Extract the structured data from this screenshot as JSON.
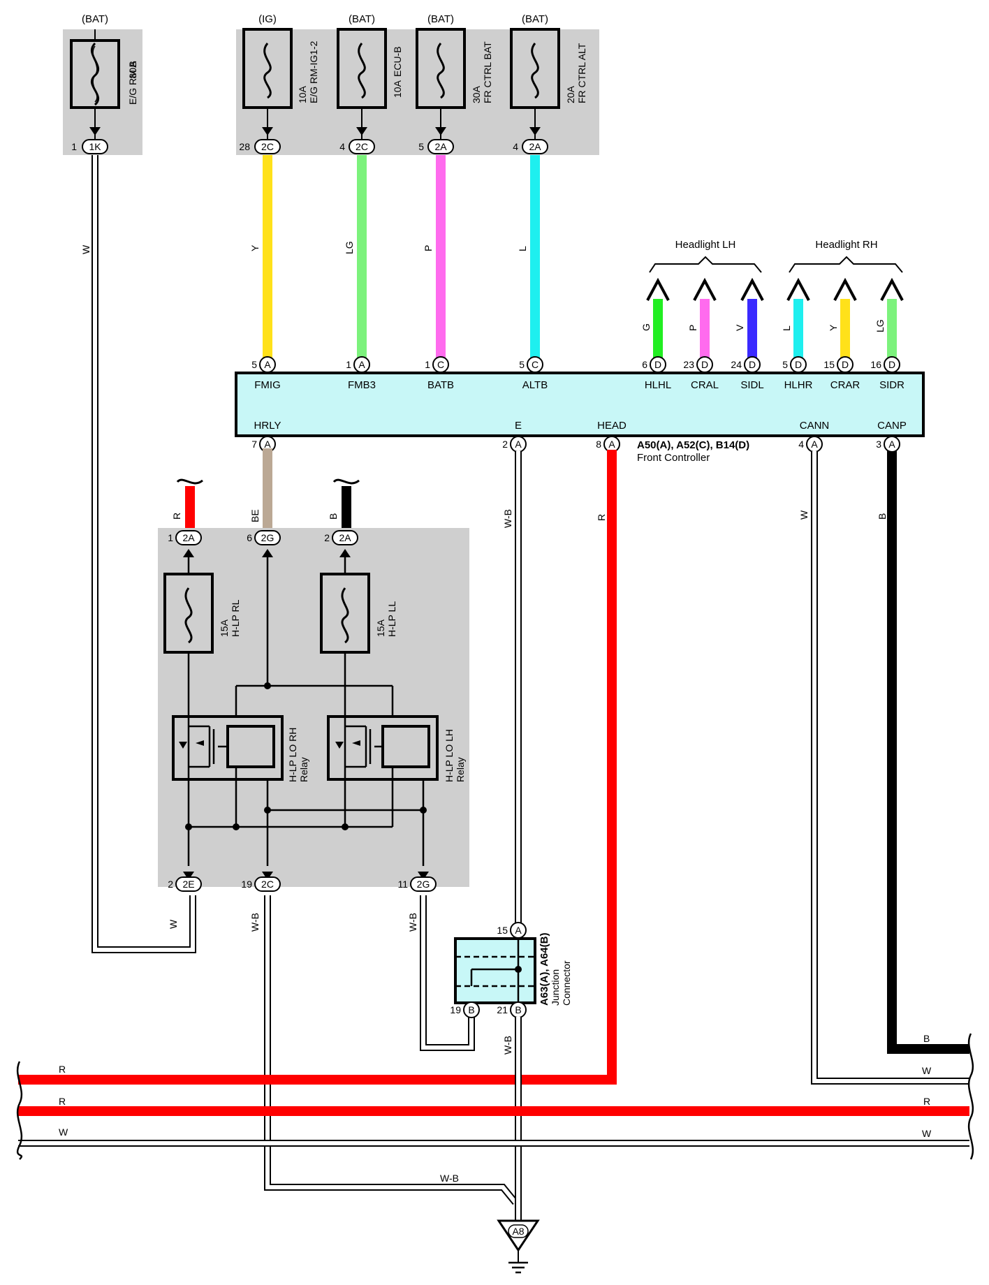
{
  "fuses_top": [
    {
      "source": "(BAT)",
      "rating": "80A",
      "name": "E/G RM B",
      "pin": "1",
      "conn": "1K"
    },
    {
      "source": "(IG)",
      "rating": "10A",
      "name": "E/G RM-IG1-2",
      "pin": "28",
      "conn": "2C"
    },
    {
      "source": "(BAT)",
      "rating": "10A",
      "name": "ECU-B",
      "pin": "4",
      "conn": "2C"
    },
    {
      "source": "(BAT)",
      "rating": "30A",
      "name": "FR CTRL BAT",
      "pin": "5",
      "conn": "2A"
    },
    {
      "source": "(BAT)",
      "rating": "20A",
      "name": "FR CTRL ALT",
      "pin": "4",
      "conn": "2A"
    }
  ],
  "wire_colors_top": [
    "W",
    "Y",
    "LG",
    "P",
    "L"
  ],
  "headlight_groups": {
    "lh": "Headlight LH",
    "rh": "Headlight RH"
  },
  "headlight_wires": [
    "G",
    "P",
    "V",
    "L",
    "Y",
    "LG"
  ],
  "controller": {
    "name": "Front Controller",
    "code": "A50(A), A52(C), B14(D)",
    "top_pins": [
      {
        "pin": "5",
        "conn": "A",
        "label": "FMIG"
      },
      {
        "pin": "1",
        "conn": "A",
        "label": "FMB3"
      },
      {
        "pin": "1",
        "conn": "C",
        "label": "BATB"
      },
      {
        "pin": "5",
        "conn": "C",
        "label": "ALTB"
      },
      {
        "pin": "6",
        "conn": "D",
        "label": "HLHL"
      },
      {
        "pin": "23",
        "conn": "D",
        "label": "CRAL"
      },
      {
        "pin": "24",
        "conn": "D",
        "label": "SIDL"
      },
      {
        "pin": "5",
        "conn": "D",
        "label": "HLHR"
      },
      {
        "pin": "15",
        "conn": "D",
        "label": "CRAR"
      },
      {
        "pin": "16",
        "conn": "D",
        "label": "SIDR"
      }
    ],
    "bottom_pins": [
      {
        "pin": "7",
        "conn": "A",
        "label": "HRLY"
      },
      {
        "pin": "2",
        "conn": "A",
        "label": "E"
      },
      {
        "pin": "8",
        "conn": "A",
        "label": "HEAD"
      },
      {
        "pin": "4",
        "conn": "A",
        "label": "CANN"
      },
      {
        "pin": "3",
        "conn": "A",
        "label": "CANP"
      }
    ]
  },
  "relay_block": {
    "top_pins": [
      {
        "pin": "1",
        "conn": "2A",
        "wire": "R"
      },
      {
        "pin": "6",
        "conn": "2G",
        "wire": "BE"
      },
      {
        "pin": "2",
        "conn": "2A",
        "wire": "B"
      }
    ],
    "fuses": [
      {
        "rating": "15A",
        "name": "H-LP RL"
      },
      {
        "rating": "15A",
        "name": "H-LP LL"
      }
    ],
    "relays": [
      {
        "name": "H-LP LO RH",
        "sub": "Relay"
      },
      {
        "name": "H-LP LO LH",
        "sub": "Relay"
      }
    ],
    "bottom_pins": [
      {
        "pin": "2",
        "conn": "2E",
        "wire": "W"
      },
      {
        "pin": "19",
        "conn": "2C",
        "wire": "W-B"
      },
      {
        "pin": "11",
        "conn": "2G",
        "wire": "W-B"
      }
    ]
  },
  "controller_wires": {
    "e": "W-B",
    "head": "R",
    "cann": "W",
    "canp": "B"
  },
  "junction": {
    "name1": "Junction",
    "name2": "Connector",
    "code": "A63(A), A64(B)",
    "top_pin": {
      "pin": "15",
      "conn": "A"
    },
    "bottom_pins": [
      {
        "pin": "19",
        "conn": "B"
      },
      {
        "pin": "21",
        "conn": "B"
      }
    ],
    "out_wire": "W-B"
  },
  "bus": {
    "right_labels": [
      "B",
      "W",
      "R",
      "W"
    ],
    "left_labels": [
      "R",
      "R",
      "W"
    ]
  },
  "ground": {
    "wire": "W-B",
    "id": "A8"
  }
}
